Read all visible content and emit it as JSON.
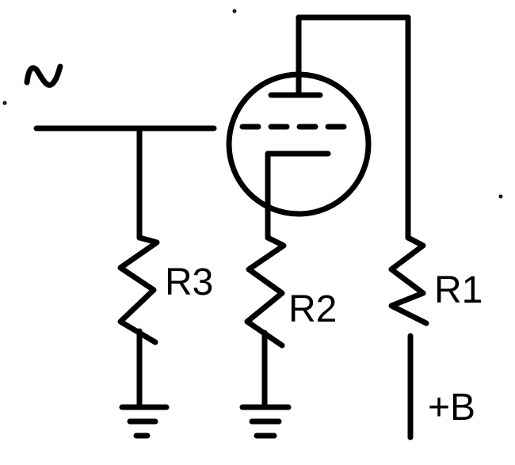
{
  "diagram": {
    "input_symbol": "∿",
    "resistors": [
      {
        "label": "R3"
      },
      {
        "label": "R2"
      },
      {
        "label": "R1"
      }
    ],
    "supply_label": "+B"
  }
}
